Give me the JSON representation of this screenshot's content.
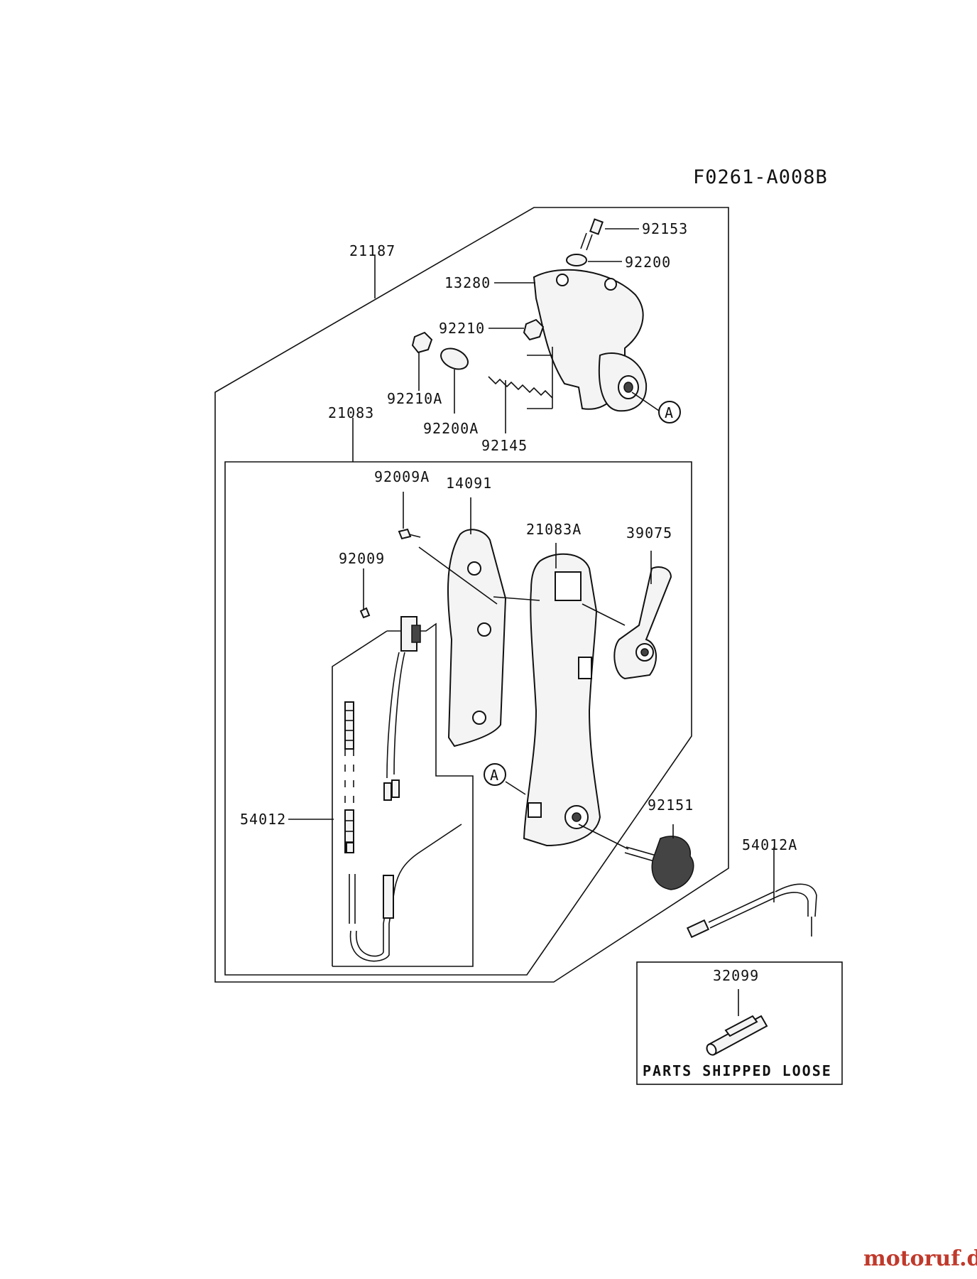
{
  "diagram_code": "F0261-A008B",
  "loose_box_label": "PARTS SHIPPED LOOSE",
  "watermark": "motoruf.de",
  "callout": "A",
  "parts": {
    "p92153": "92153",
    "p92200": "92200",
    "p21187": "21187",
    "p13280": "13280",
    "p92210": "92210",
    "p92210A": "92210A",
    "p92200A": "92200A",
    "p92145": "92145",
    "p21083": "21083",
    "p92009A": "92009A",
    "p14091": "14091",
    "p21083A": "21083A",
    "p39075": "39075",
    "p92009": "92009",
    "p54012": "54012",
    "p92151": "92151",
    "p54012A": "54012A",
    "p32099": "32099"
  }
}
